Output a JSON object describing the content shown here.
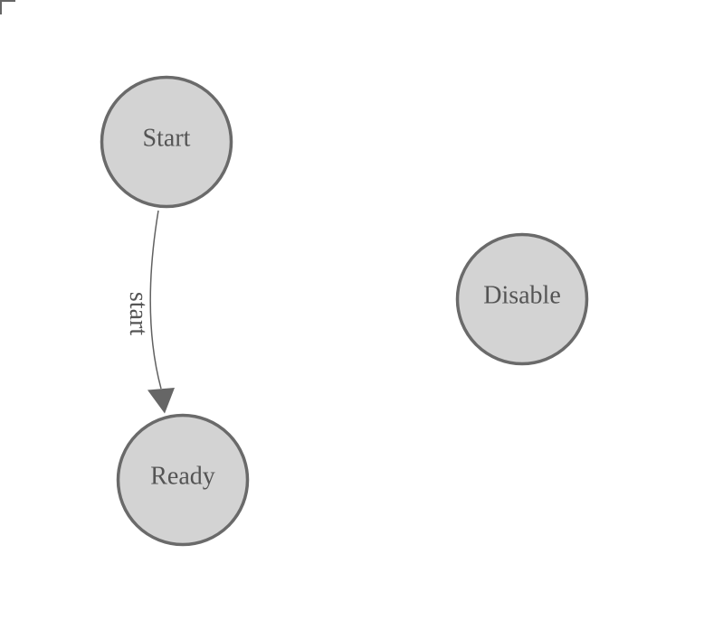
{
  "diagram": {
    "nodes": [
      {
        "id": "start",
        "label": "Start"
      },
      {
        "id": "ready",
        "label": "Ready"
      },
      {
        "id": "disable",
        "label": "Disable"
      }
    ],
    "edges": [
      {
        "from": "start",
        "to": "ready",
        "label": "start"
      }
    ],
    "colors": {
      "background": "#ffffff",
      "node-fill": "#d3d3d3",
      "node-stroke": "#6a6a6a",
      "edge-stroke": "#616161",
      "arrow-fill": "#666666",
      "label-text": "#545454",
      "corner-mark": "#666666"
    }
  }
}
